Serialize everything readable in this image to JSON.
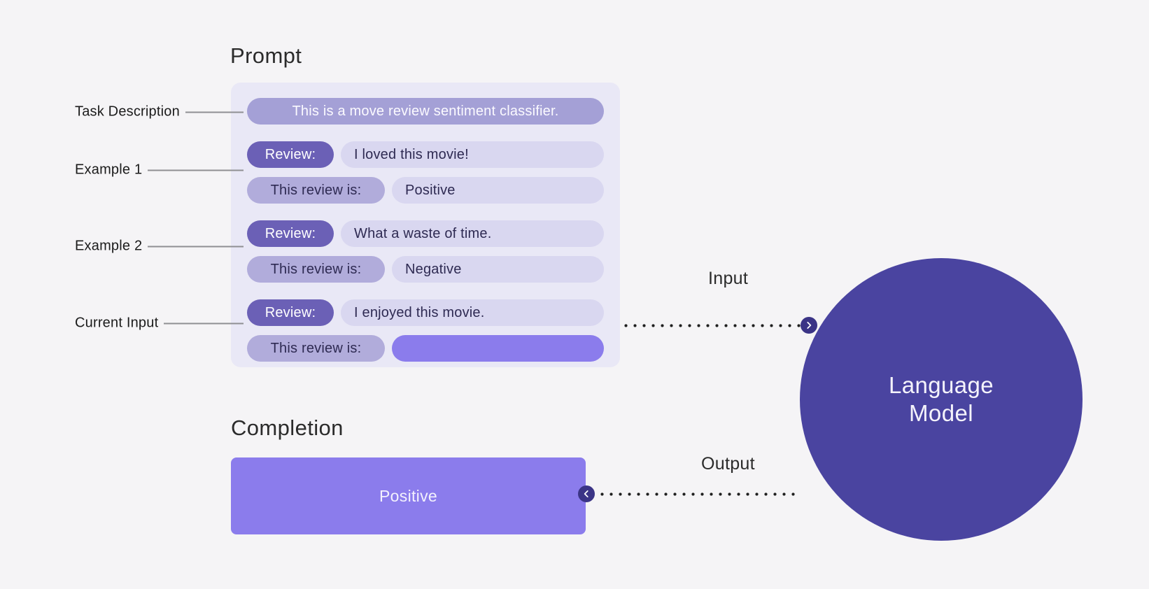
{
  "colors": {
    "background": "#f5f4f6",
    "panel": "#e9e8f6",
    "task_pill": "#a4a0d6",
    "review_pill": "#6b60b6",
    "label_pill": "#b1acdb",
    "value_pill": "#d9d7f0",
    "highlight_purple": "#8b7cec",
    "model_circle": "#4a44a0",
    "connector_circle": "#3b3486",
    "dark_text": "#2e2a52",
    "heading_text": "#2b2b2b"
  },
  "prompt": {
    "heading": "Prompt",
    "task_description": "This is a move review sentiment classifier.",
    "examples": [
      {
        "review_label": "Review:",
        "review_text": "I loved this movie!",
        "sentiment_label": "This review is:",
        "sentiment_value": "Positive"
      },
      {
        "review_label": "Review:",
        "review_text": "What a waste of time.",
        "sentiment_label": "This review is:",
        "sentiment_value": "Negative"
      }
    ],
    "current_input": {
      "review_label": "Review:",
      "review_text": "I enjoyed this movie.",
      "sentiment_label": "This review is:",
      "sentiment_value": ""
    }
  },
  "annotations": {
    "task_description": "Task Description",
    "example_1": "Example 1",
    "example_2": "Example 2",
    "current_input": "Current Input"
  },
  "flow": {
    "input_label": "Input",
    "output_label": "Output"
  },
  "model": {
    "name": "Language Model"
  },
  "completion": {
    "heading": "Completion",
    "value": "Positive"
  }
}
